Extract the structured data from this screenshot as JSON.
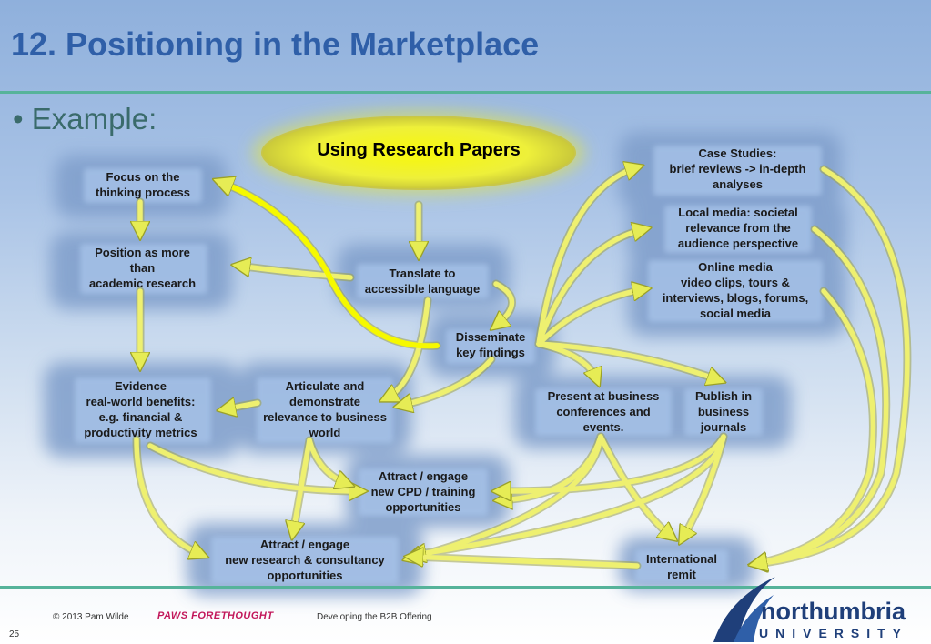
{
  "slide": {
    "title": "12. Positioning in the Marketplace",
    "bullet": "• Example:",
    "center_label": "Using Research Papers"
  },
  "nodes": {
    "focus": [
      "Focus on the",
      "thinking process"
    ],
    "position": [
      "Position as more",
      "than",
      "academic research"
    ],
    "evidence": [
      "Evidence",
      "real-world benefits:",
      "e.g. financial &",
      "productivity metrics"
    ],
    "articulate": [
      "Articulate and",
      "demonstrate",
      "relevance to business",
      "world"
    ],
    "translate": [
      "Translate to",
      "accessible language"
    ],
    "disseminate": [
      "Disseminate",
      "key findings"
    ],
    "case_studies": [
      "Case Studies:",
      "brief reviews -> in-depth",
      "analyses"
    ],
    "local_media": [
      "Local media: societal",
      "relevance from the",
      "audience perspective"
    ],
    "online_media": [
      "Online media",
      "video clips, tours &",
      "interviews, blogs, forums,",
      "social media"
    ],
    "present": [
      "Present  at business",
      "conferences and",
      "events."
    ],
    "publish": [
      "Publish in",
      "business",
      "journals"
    ],
    "cpd": [
      "Attract / engage",
      "new CPD / training",
      "opportunities"
    ],
    "research": [
      "Attract / engage",
      "new research & consultancy",
      "opportunities"
    ],
    "international": [
      "International",
      "remit"
    ]
  },
  "footer": {
    "copyright": "© 2013 Pam Wilde",
    "brand": "PAWS FORETHOUGHT",
    "course": "Developing the B2B Offering",
    "page": "25"
  },
  "logo": {
    "name": "northumbria",
    "university": "UNIVERSITY"
  },
  "colors": {
    "title": "#2f5fa8",
    "rule": "#56b39a",
    "arrow_fill": "#e8ee6a",
    "arrow_highlight": "#f6f900",
    "node_blob": "#7f9ecb",
    "ellipse": "#f2f25a"
  }
}
